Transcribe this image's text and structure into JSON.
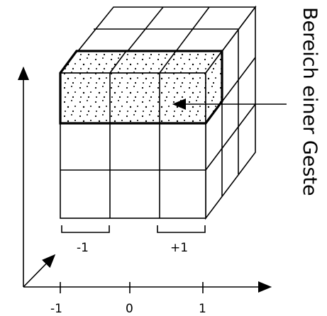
{
  "annotation": {
    "label": "Bereich einer Geste"
  },
  "brackets": {
    "left_label": "-1",
    "right_label": "+1"
  },
  "axis": {
    "tick_labels": [
      "-1",
      "0",
      "1"
    ]
  },
  "colors": {
    "stroke": "#000000",
    "background": "#ffffff"
  },
  "icons": {
    "arrowhead": "arrowhead-icon"
  }
}
